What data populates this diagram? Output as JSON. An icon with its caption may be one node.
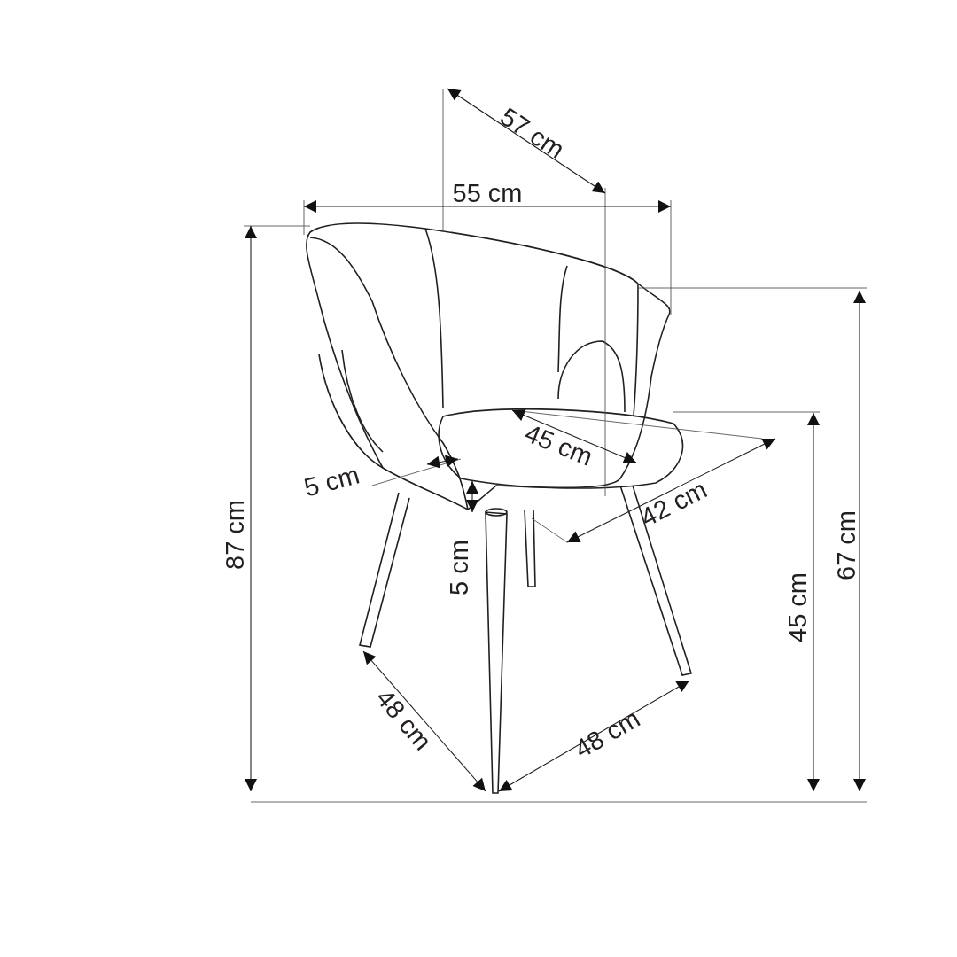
{
  "diagram": {
    "labels": [
      "57 cm",
      "55 cm",
      "45 cm",
      "5 cm",
      "42 cm",
      "87 cm",
      "5 cm",
      "67 cm",
      "45 cm",
      "48 cm",
      "48 cm"
    ]
  }
}
